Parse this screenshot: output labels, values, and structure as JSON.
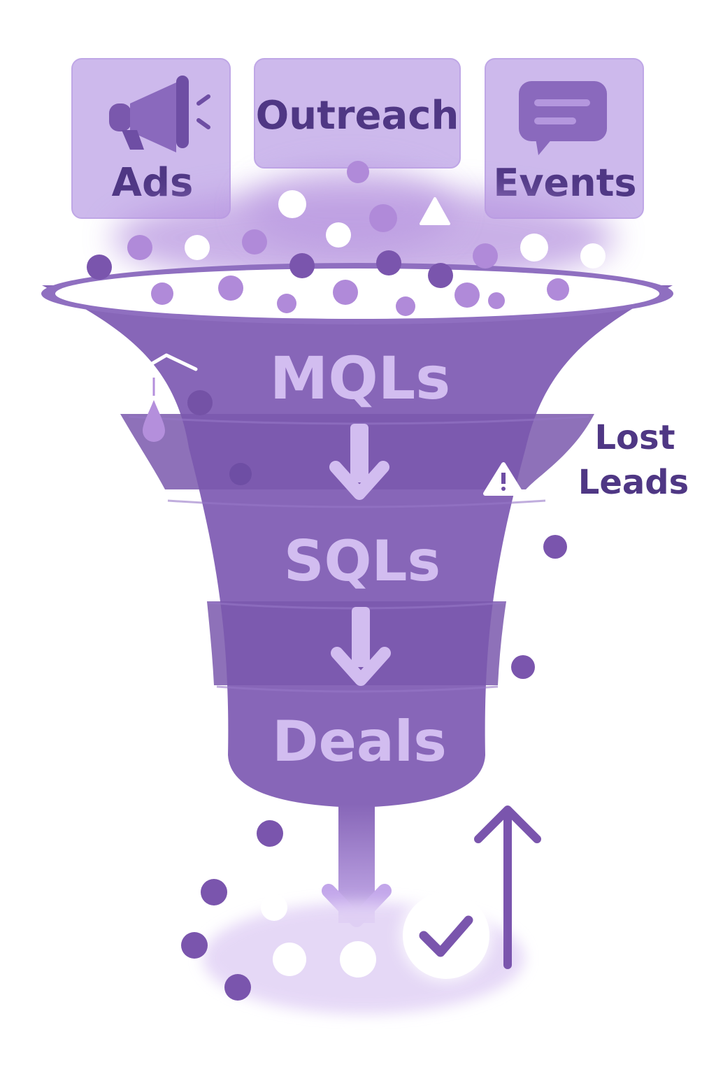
{
  "sources": {
    "ads": {
      "label": "Ads",
      "icon": "megaphone-icon"
    },
    "outreach": {
      "label": "Outreach"
    },
    "events": {
      "label": "Events",
      "icon": "chat-bubble-icon"
    }
  },
  "stages": {
    "mqls": "MQLs",
    "sqls": "SQLs",
    "deals": "Deals"
  },
  "lost": {
    "line1": "Lost",
    "line2": "Leads"
  },
  "colors": {
    "funnel": "#8766b8",
    "funnel_dark": "#7a58ad",
    "funnel_rim": "#8f6fc0",
    "card": "#cdb9ec",
    "card_border": "#bfa7e6",
    "text_dark": "#4f3784",
    "stage_text": "#d2bdf0",
    "dot_dark": "#7a55ad",
    "dot_light": "#b08ad9",
    "background": "#ffffff"
  }
}
